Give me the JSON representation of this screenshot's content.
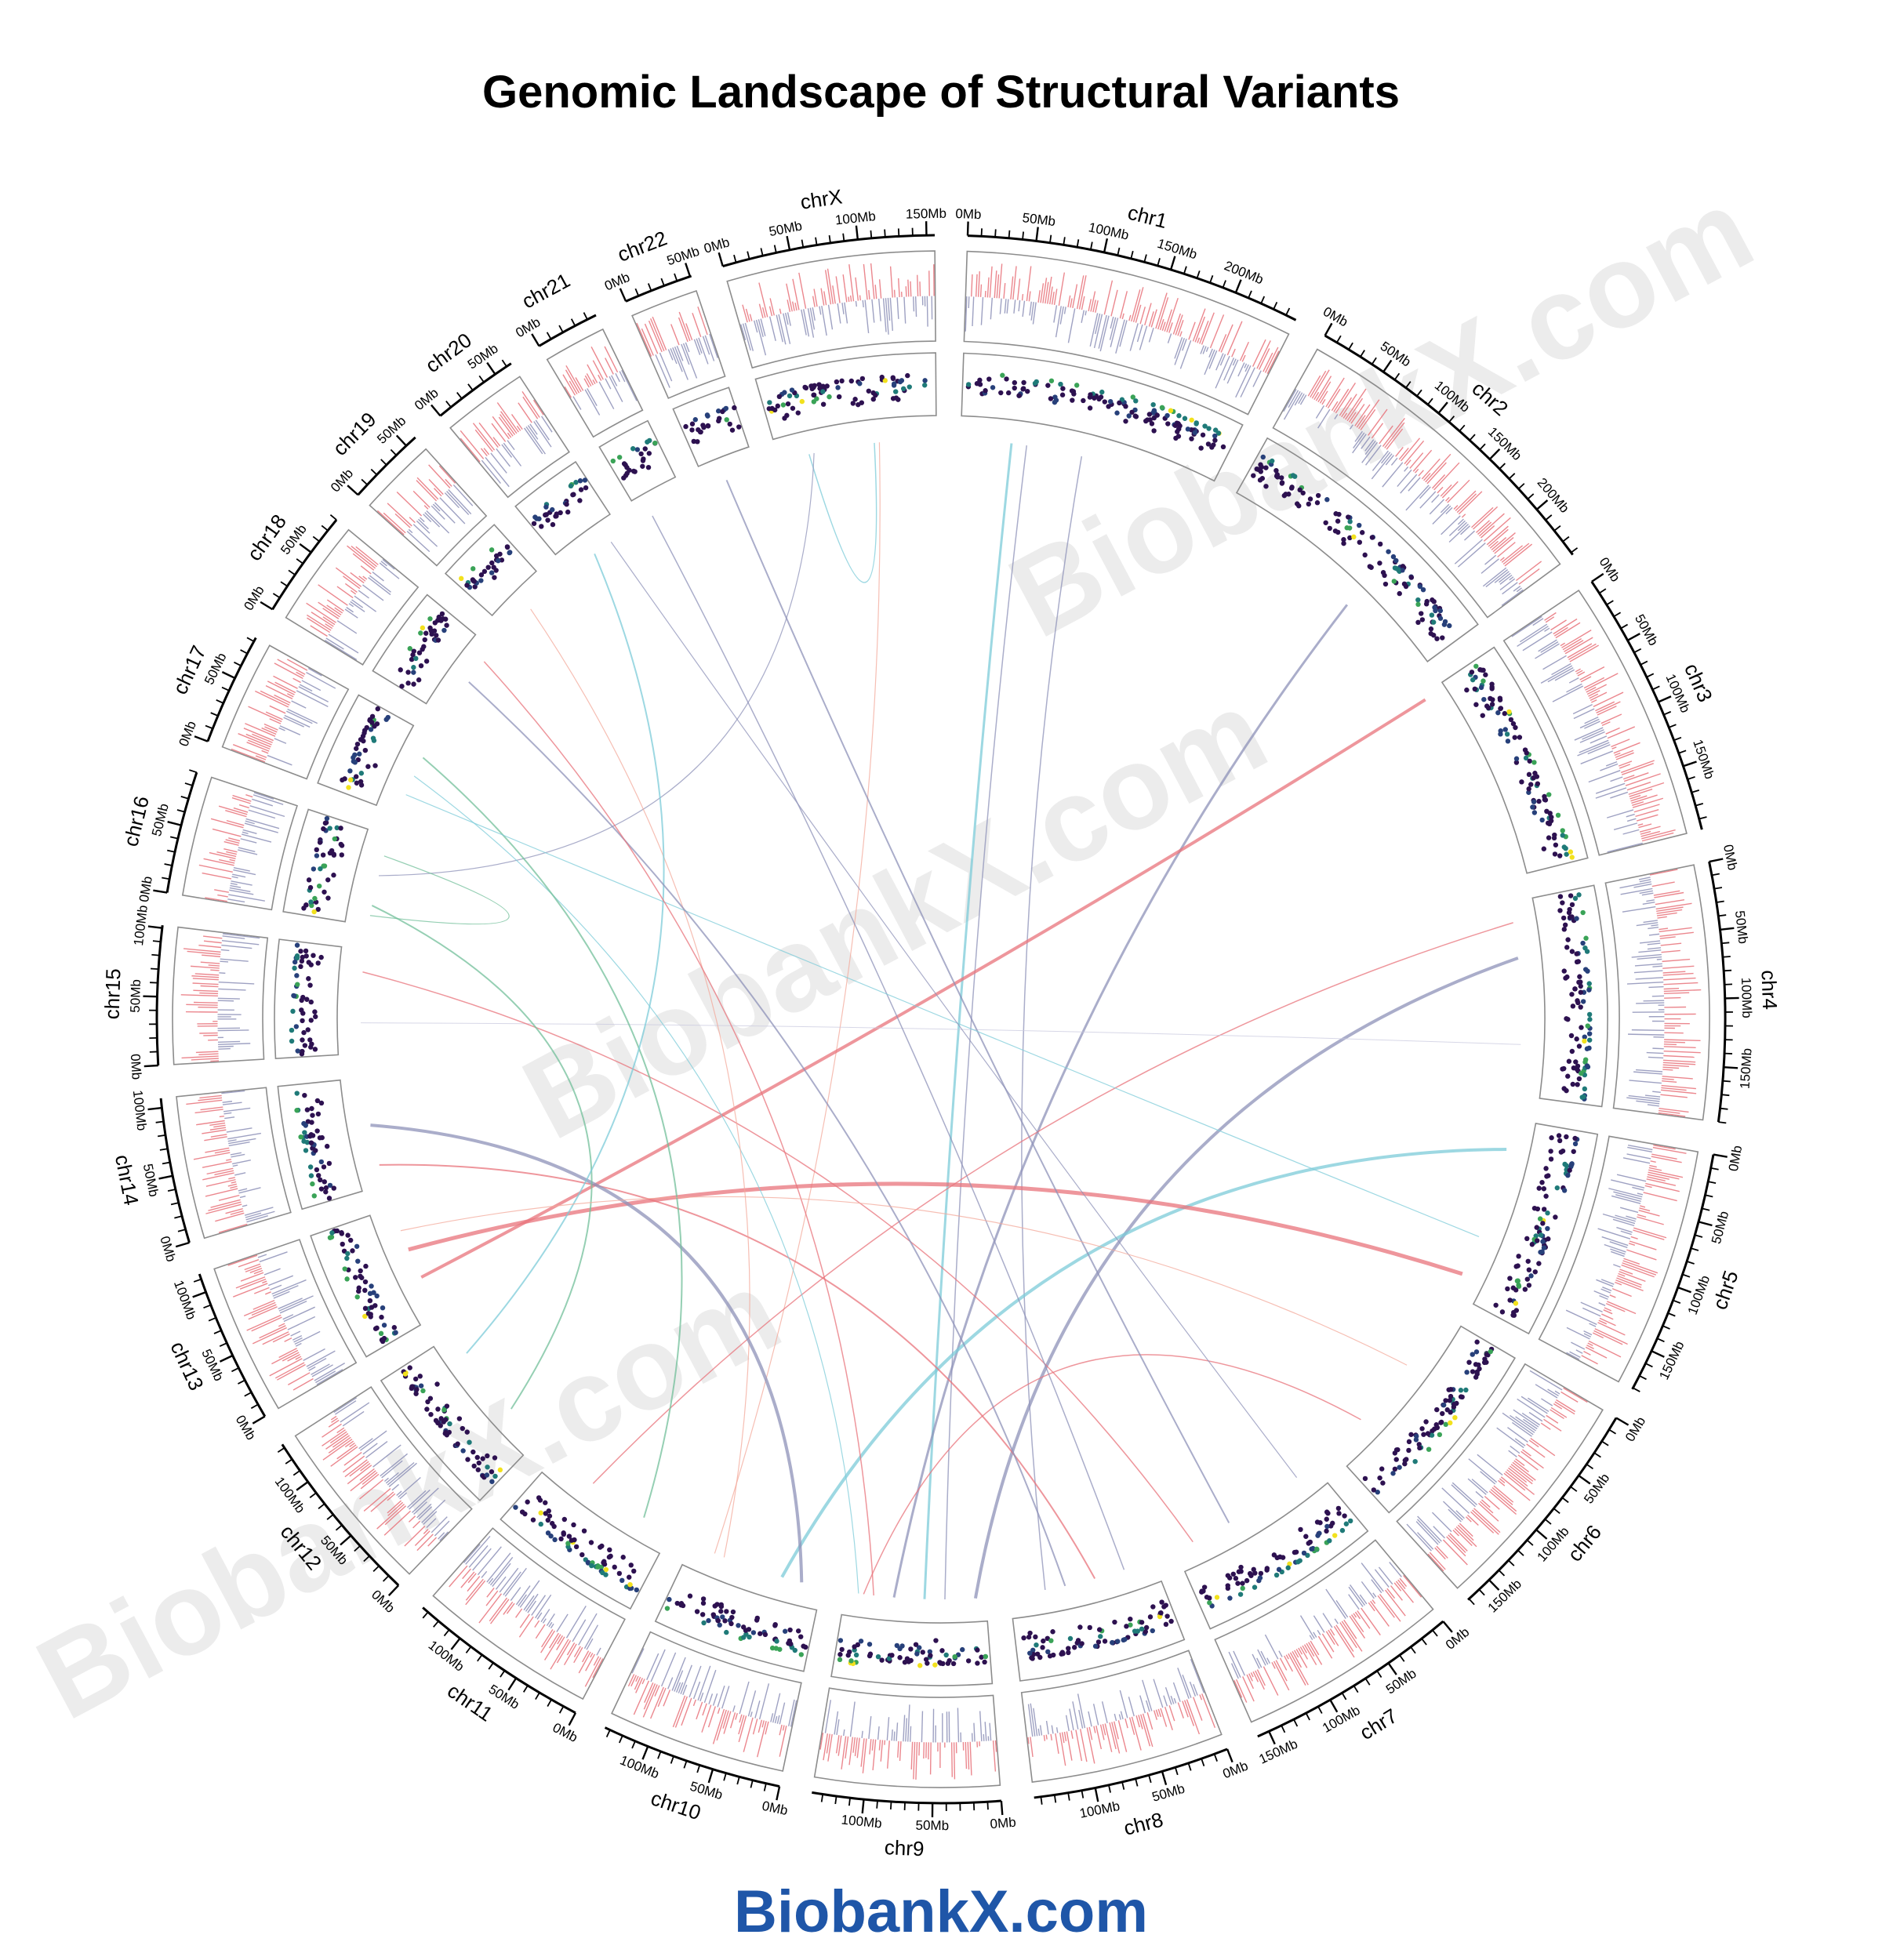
{
  "title": "Genomic Landscape of Structural Variants",
  "brand": "BiobankX.com",
  "watermark": "BiobankX.com",
  "colors": {
    "brand": "#1f56a8",
    "gain": "#e8737b",
    "loss": "#8e91b8",
    "panel_border": "#8c8c8c",
    "link_palette": [
      "#e8737b",
      "#8e91b8",
      "#7ccbd8",
      "#72bf9a",
      "#f3a89a"
    ]
  },
  "chart_data": {
    "type": "circos",
    "unit": "Mb",
    "tick_format": "{v}Mb",
    "chromosomes": [
      {
        "name": "chr1",
        "length": 248,
        "tick_labels": [
          0,
          50,
          100,
          150,
          200
        ]
      },
      {
        "name": "chr2",
        "length": 242,
        "tick_labels": [
          0,
          50,
          100,
          150,
          200
        ]
      },
      {
        "name": "chr3",
        "length": 198,
        "tick_labels": [
          0,
          50,
          100,
          150
        ]
      },
      {
        "name": "chr4",
        "length": 190,
        "tick_labels": [
          0,
          50,
          100,
          150
        ]
      },
      {
        "name": "chr5",
        "length": 181,
        "tick_labels": [
          0,
          50,
          100,
          150
        ]
      },
      {
        "name": "chr6",
        "length": 171,
        "tick_labels": [
          0,
          50,
          100,
          150
        ]
      },
      {
        "name": "chr7",
        "length": 159,
        "tick_labels": [
          0,
          50,
          100,
          150
        ]
      },
      {
        "name": "chr8",
        "length": 145,
        "tick_labels": [
          0,
          50,
          100
        ]
      },
      {
        "name": "chr9",
        "length": 138,
        "tick_labels": [
          0,
          50,
          100
        ]
      },
      {
        "name": "chr10",
        "length": 134,
        "tick_labels": [
          0,
          50,
          100
        ]
      },
      {
        "name": "chr11",
        "length": 135,
        "tick_labels": [
          0,
          50,
          100
        ]
      },
      {
        "name": "chr12",
        "length": 133,
        "tick_labels": [
          0,
          50,
          100
        ]
      },
      {
        "name": "chr13",
        "length": 114,
        "tick_labels": [
          0,
          50,
          100
        ]
      },
      {
        "name": "chr14",
        "length": 107,
        "tick_labels": [
          0,
          50,
          100
        ]
      },
      {
        "name": "chr15",
        "length": 102,
        "tick_labels": [
          0,
          50,
          100
        ]
      },
      {
        "name": "chr16",
        "length": 90,
        "tick_labels": [
          0,
          50
        ]
      },
      {
        "name": "chr17",
        "length": 83,
        "tick_labels": [
          0,
          50
        ]
      },
      {
        "name": "chr18",
        "length": 80,
        "tick_labels": [
          0,
          50
        ]
      },
      {
        "name": "chr19",
        "length": 59,
        "tick_labels": [
          0,
          50
        ]
      },
      {
        "name": "chr20",
        "length": 64,
        "tick_labels": [
          0,
          50
        ]
      },
      {
        "name": "chr21",
        "length": 47,
        "tick_labels": [
          0
        ]
      },
      {
        "name": "chr22",
        "length": 51,
        "tick_labels": [
          0,
          50
        ]
      },
      {
        "name": "chrX",
        "length": 156,
        "tick_labels": [
          0,
          50,
          100,
          150
        ]
      }
    ],
    "tracks": [
      {
        "kind": "bars",
        "description": "copy number",
        "colors": [
          "#e8737b",
          "#8e91b8"
        ]
      },
      {
        "kind": "scatter",
        "description": "variant density",
        "colors": [
          "#2d1150",
          "#27407a",
          "#1f7a78",
          "#3aa357",
          "#f2e11d"
        ]
      }
    ],
    "links": [
      {
        "from": [
          "chr1",
          50
        ],
        "to": [
          "chr9",
          60
        ],
        "color": "#7ccbd8",
        "width": 3
      },
      {
        "from": [
          "chr1",
          65
        ],
        "to": [
          "chr9",
          40
        ],
        "color": "#8e91b8",
        "width": 1.5
      },
      {
        "from": [
          "chr1",
          120
        ],
        "to": [
          "chr8",
          110
        ],
        "color": "#8e91b8",
        "width": 1.5
      },
      {
        "from": [
          "chrX",
          95
        ],
        "to": [
          "chrX",
          30
        ],
        "color": "#7ccbd8",
        "width": 1.5
      },
      {
        "from": [
          "chrX",
          100
        ],
        "to": [
          "chr10",
          110
        ],
        "color": "#f3a89a",
        "width": 1.2
      },
      {
        "from": [
          "chrX",
          35
        ],
        "to": [
          "chr16",
          50
        ],
        "color": "#8e91b8",
        "width": 1.2
      },
      {
        "from": [
          "chr2",
          150
        ],
        "to": [
          "chr9",
          90
        ],
        "color": "#8e91b8",
        "width": 3
      },
      {
        "from": [
          "chr3",
          5
        ],
        "to": [
          "chr13",
          40
        ],
        "color": "#e8737b",
        "width": 4
      },
      {
        "from": [
          "chr4",
          20
        ],
        "to": [
          "chr11",
          90
        ],
        "color": "#e8737b",
        "width": 1.5
      },
      {
        "from": [
          "chr4",
          55
        ],
        "to": [
          "chr9",
          10
        ],
        "color": "#8e91b8",
        "width": 4
      },
      {
        "from": [
          "chr4",
          140
        ],
        "to": [
          "chr15",
          30
        ],
        "color": "#c9c9df",
        "width": 1
      },
      {
        "from": [
          "chr5",
          30
        ],
        "to": [
          "chr10",
          40
        ],
        "color": "#7ccbd8",
        "width": 4
      },
      {
        "from": [
          "chr5",
          160
        ],
        "to": [
          "chr13",
          70
        ],
        "color": "#e8737b",
        "width": 5
      },
      {
        "from": [
          "chr6",
          130
        ],
        "to": [
          "chr9",
          120
        ],
        "color": "#e8737b",
        "width": 1.5
      },
      {
        "from": [
          "chr7",
          140
        ],
        "to": [
          "chr15",
          80
        ],
        "color": "#e8737b",
        "width": 1.5
      },
      {
        "from": [
          "chr7",
          100
        ],
        "to": [
          "chr22",
          20
        ],
        "color": "#8e91b8",
        "width": 2
      },
      {
        "from": [
          "chr8",
          60
        ],
        "to": [
          "chr14",
          20
        ],
        "color": "#e8737b",
        "width": 2
      },
      {
        "from": [
          "chr8",
          30
        ],
        "to": [
          "chr21",
          10
        ],
        "color": "#8e91b8",
        "width": 1.5
      },
      {
        "from": [
          "chr9",
          125
        ],
        "to": [
          "chr17",
          40
        ],
        "color": "#7ccbd8",
        "width": 1.2
      },
      {
        "from": [
          "chr10",
          100
        ],
        "to": [
          "chr19",
          30
        ],
        "color": "#f3a89a",
        "width": 1.2
      },
      {
        "from": [
          "chr10",
          20
        ],
        "to": [
          "chr14",
          60
        ],
        "color": "#8e91b8",
        "width": 4
      },
      {
        "from": [
          "chr11",
          30
        ],
        "to": [
          "chr17",
          60
        ],
        "color": "#72bf9a",
        "width": 2
      },
      {
        "from": [
          "chr12",
          40
        ],
        "to": [
          "chr16",
          20
        ],
        "color": "#72bf9a",
        "width": 2
      },
      {
        "from": [
          "chr12",
          110
        ],
        "to": [
          "chr20",
          30
        ],
        "color": "#7ccbd8",
        "width": 2
      },
      {
        "from": [
          "chr16",
          70
        ],
        "to": [
          "chr16",
          10
        ],
        "color": "#72bf9a",
        "width": 1.2
      },
      {
        "from": [
          "chr17",
          20
        ],
        "to": [
          "chr5",
          120
        ],
        "color": "#7ccbd8",
        "width": 1.2
      },
      {
        "from": [
          "chr18",
          40
        ],
        "to": [
          "chr8",
          90
        ],
        "color": "#8e91b8",
        "width": 2
      },
      {
        "from": [
          "chr18",
          65
        ],
        "to": [
          "chr9",
          110
        ],
        "color": "#e8737b",
        "width": 1.5
      },
      {
        "from": [
          "chr20",
          50
        ],
        "to": [
          "chr7",
          20
        ],
        "color": "#8e91b8",
        "width": 1.2
      },
      {
        "from": [
          "chr6",
          60
        ],
        "to": [
          "chr13",
          90
        ],
        "color": "#f3a89a",
        "width": 1.2
      }
    ]
  }
}
